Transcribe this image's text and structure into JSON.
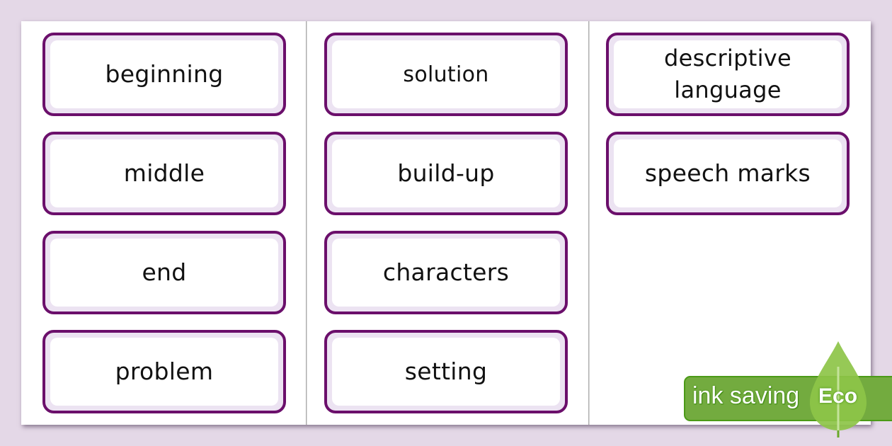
{
  "cards": {
    "column1": [
      {
        "label": "beginning"
      },
      {
        "label": "middle"
      },
      {
        "label": "end"
      },
      {
        "label": "problem"
      }
    ],
    "column2": [
      {
        "label": "solution"
      },
      {
        "label": "build-up"
      },
      {
        "label": "characters"
      },
      {
        "label": "setting"
      }
    ],
    "column3": [
      {
        "label_line1": "descriptive",
        "label_line2": "language"
      },
      {
        "label": "speech marks"
      }
    ]
  },
  "eco_badge": {
    "text": "ink saving",
    "badge": "Eco",
    "icon": "leaf-icon",
    "color": "#73ab3f"
  },
  "colors": {
    "background": "#e4d8e7",
    "card_border": "#6b0f6b",
    "card_inner_ring": "#ece3f2"
  }
}
